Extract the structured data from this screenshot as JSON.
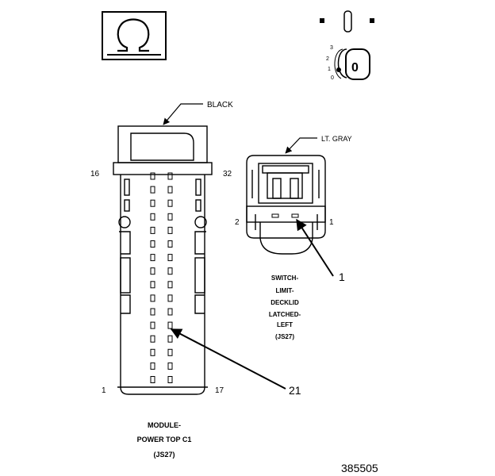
{
  "icons": {
    "omega_box": "omega-icon",
    "ignition": "ignition-key-icon",
    "ignition_positions": [
      "3",
      "2",
      "1",
      "0"
    ],
    "ignition_key_label": "0"
  },
  "left_connector": {
    "color_label": "BLACK",
    "pin_top_left": "16",
    "pin_top_right": "32",
    "pin_bottom_left": "1",
    "pin_bottom_right": "17",
    "callout": "21",
    "title_lines": [
      "MODULE-",
      "POWER TOP C1",
      "(JS27)"
    ]
  },
  "right_connector": {
    "color_label": "LT. GRAY",
    "pin_left": "2",
    "pin_right": "1",
    "callout": "1",
    "title_lines": [
      "SWITCH-",
      "LIMIT-",
      "DECKLID",
      "LATCHED-",
      "LEFT",
      "(JS27)"
    ]
  },
  "figure_number": "385505"
}
